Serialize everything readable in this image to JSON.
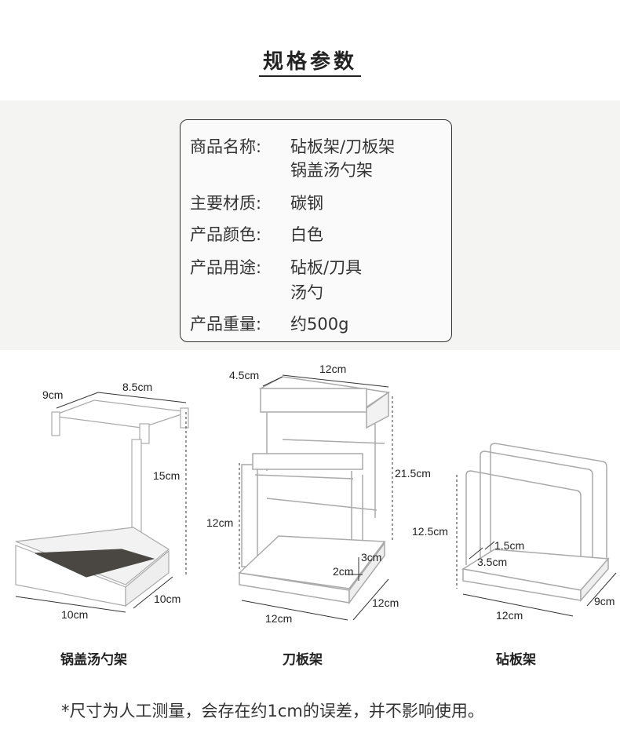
{
  "title": "规格参数",
  "spec": {
    "rows": [
      {
        "label": "商品名称:",
        "value": "砧板架/刀板架",
        "value2": "锅盖汤勺架"
      },
      {
        "label": "主要材质:",
        "value": "碳钢"
      },
      {
        "label": "产品颜色:",
        "value": "白色"
      },
      {
        "label": "产品用途:",
        "value": "砧板/刀具",
        "value2": "汤勺"
      },
      {
        "label": "产品重量:",
        "value": "约500g"
      }
    ]
  },
  "products": [
    {
      "name": "锅盖汤勺架",
      "dims": [
        "9cm",
        "8.5cm",
        "15cm",
        "10cm",
        "10cm"
      ]
    },
    {
      "name": "刀板架",
      "dims": [
        "4.5cm",
        "12cm",
        "21.5cm",
        "12cm",
        "3cm",
        "2cm",
        "12cm",
        "12cm"
      ]
    },
    {
      "name": "砧板架",
      "dims": [
        "12.5cm",
        "1.5cm",
        "3.5cm",
        "12cm",
        "9cm"
      ]
    }
  ],
  "footnote": "*尺寸为人工测量，会存在约1cm的误差，并不影响使用。"
}
